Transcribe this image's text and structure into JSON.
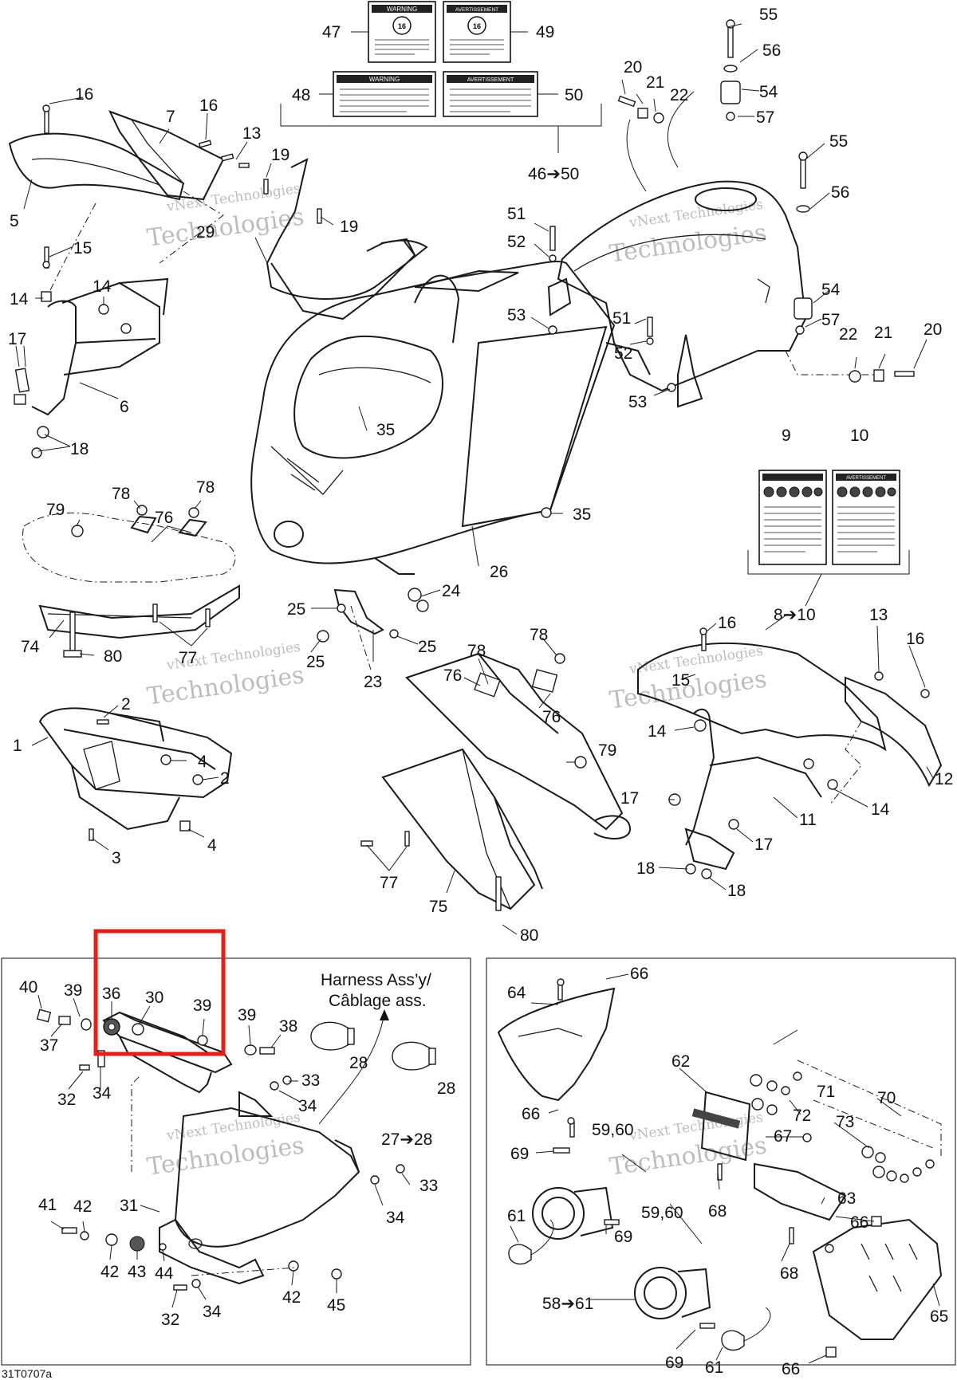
{
  "figure_code": "31T0707a",
  "highlight_color": "#e0201b",
  "watermark": "vNext Technologies",
  "harness_label_line1": "Harness Ass’y/",
  "harness_label_line2": "Câblage ass.",
  "decals": {
    "d47_title": "WARNING",
    "d49_title": "AVERTISSEMENT",
    "d48_title": "WARNING",
    "d50_title": "AVERTISSEMENT",
    "d47_badge": "16",
    "d49_badge": "16",
    "d10_title": "AVERTISSEMENT"
  },
  "callouts": [
    {
      "t": "16"
    },
    {
      "t": "7"
    },
    {
      "t": "16"
    },
    {
      "t": "13"
    },
    {
      "t": "19"
    },
    {
      "t": "19"
    },
    {
      "t": "5"
    },
    {
      "t": "29"
    },
    {
      "t": "15"
    },
    {
      "t": "14"
    },
    {
      "t": "14"
    },
    {
      "t": "17"
    },
    {
      "t": "6"
    },
    {
      "t": "18"
    },
    {
      "t": "47"
    },
    {
      "t": "49"
    },
    {
      "t": "48"
    },
    {
      "t": "50"
    },
    {
      "t": "46➔50"
    },
    {
      "t": "20"
    },
    {
      "t": "21"
    },
    {
      "t": "22"
    },
    {
      "t": "55"
    },
    {
      "t": "56"
    },
    {
      "t": "54"
    },
    {
      "t": "57"
    },
    {
      "t": "55"
    },
    {
      "t": "56"
    },
    {
      "t": "51"
    },
    {
      "t": "52"
    },
    {
      "t": "53"
    },
    {
      "t": "51"
    },
    {
      "t": "52"
    },
    {
      "t": "53"
    },
    {
      "t": "54"
    },
    {
      "t": "57"
    },
    {
      "t": "22"
    },
    {
      "t": "21"
    },
    {
      "t": "20"
    },
    {
      "t": "35"
    },
    {
      "t": "35"
    },
    {
      "t": "26"
    },
    {
      "t": "9"
    },
    {
      "t": "10"
    },
    {
      "t": "8➔10"
    },
    {
      "t": "79"
    },
    {
      "t": "78"
    },
    {
      "t": "78"
    },
    {
      "t": "76"
    },
    {
      "t": "74"
    },
    {
      "t": "80"
    },
    {
      "t": "77"
    },
    {
      "t": "25"
    },
    {
      "t": "24"
    },
    {
      "t": "25"
    },
    {
      "t": "25"
    },
    {
      "t": "23"
    },
    {
      "t": "78"
    },
    {
      "t": "78"
    },
    {
      "t": "76"
    },
    {
      "t": "76"
    },
    {
      "t": "79"
    },
    {
      "t": "77"
    },
    {
      "t": "75"
    },
    {
      "t": "80"
    },
    {
      "t": "2"
    },
    {
      "t": "1"
    },
    {
      "t": "4"
    },
    {
      "t": "2"
    },
    {
      "t": "3"
    },
    {
      "t": "4"
    },
    {
      "t": "16"
    },
    {
      "t": "13"
    },
    {
      "t": "16"
    },
    {
      "t": "15"
    },
    {
      "t": "14"
    },
    {
      "t": "17"
    },
    {
      "t": "14"
    },
    {
      "t": "12"
    },
    {
      "t": "11"
    },
    {
      "t": "17"
    },
    {
      "t": "18"
    },
    {
      "t": "18"
    },
    {
      "t": "40"
    },
    {
      "t": "39"
    },
    {
      "t": "36"
    },
    {
      "t": "30"
    },
    {
      "t": "39"
    },
    {
      "t": "39"
    },
    {
      "t": "38"
    },
    {
      "t": "28"
    },
    {
      "t": "28"
    },
    {
      "t": "37"
    },
    {
      "t": "32"
    },
    {
      "t": "34"
    },
    {
      "t": "33"
    },
    {
      "t": "34"
    },
    {
      "t": "27➔28"
    },
    {
      "t": "33"
    },
    {
      "t": "34"
    },
    {
      "t": "31"
    },
    {
      "t": "41"
    },
    {
      "t": "42"
    },
    {
      "t": "42"
    },
    {
      "t": "43"
    },
    {
      "t": "44"
    },
    {
      "t": "42"
    },
    {
      "t": "45"
    },
    {
      "t": "32"
    },
    {
      "t": "34"
    },
    {
      "t": "64"
    },
    {
      "t": "66"
    },
    {
      "t": "62"
    },
    {
      "t": "66"
    },
    {
      "t": "71"
    },
    {
      "t": "70"
    },
    {
      "t": "72"
    },
    {
      "t": "73"
    },
    {
      "t": "59,60"
    },
    {
      "t": "67"
    },
    {
      "t": "69"
    },
    {
      "t": "68"
    },
    {
      "t": "63"
    },
    {
      "t": "61"
    },
    {
      "t": "69"
    },
    {
      "t": "59,60"
    },
    {
      "t": "66"
    },
    {
      "t": "68"
    },
    {
      "t": "58➔61"
    },
    {
      "t": "69"
    },
    {
      "t": "61"
    },
    {
      "t": "66"
    },
    {
      "t": "65"
    }
  ]
}
